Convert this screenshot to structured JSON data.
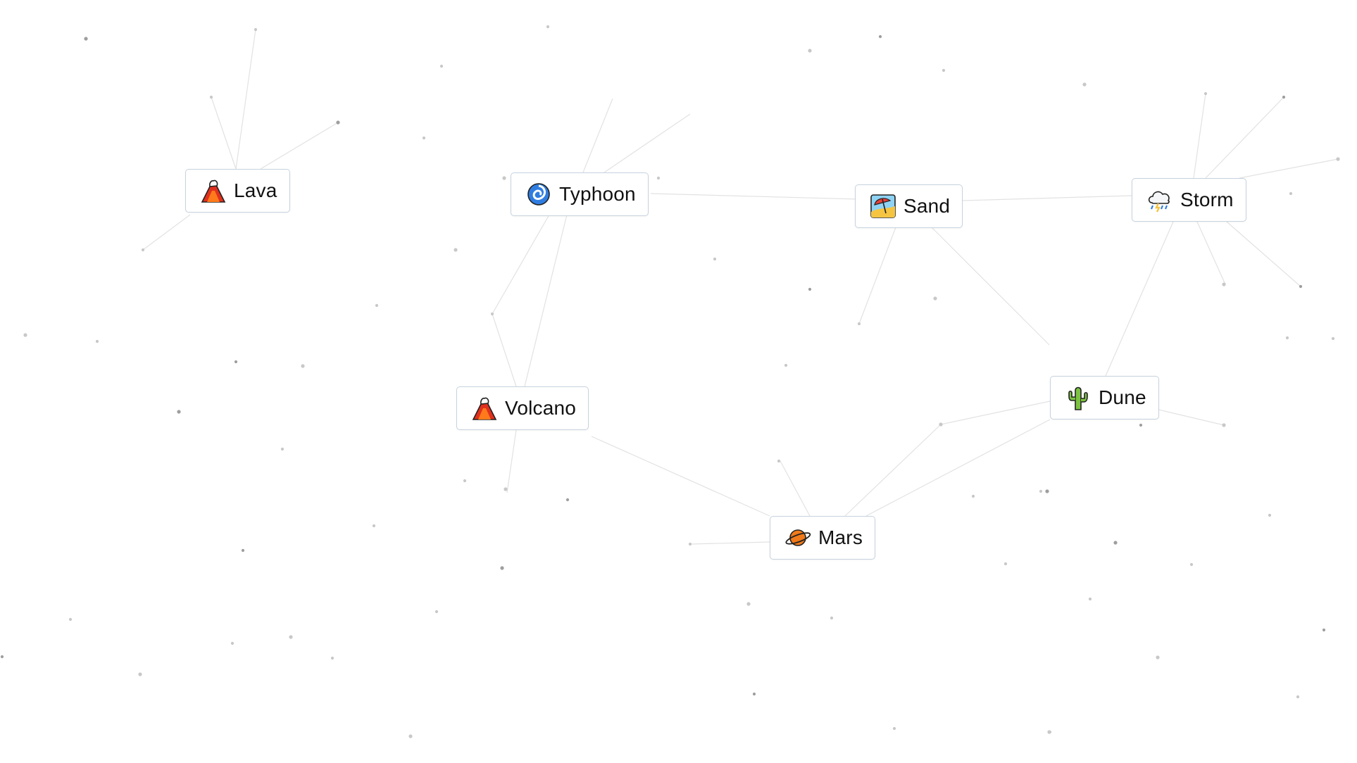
{
  "items": [
    {
      "id": "lava",
      "label": "Lava",
      "icon": "volcano-icon"
    },
    {
      "id": "typhoon",
      "label": "Typhoon",
      "icon": "cyclone-icon"
    },
    {
      "id": "sand",
      "label": "Sand",
      "icon": "beach-umbrella-icon"
    },
    {
      "id": "storm",
      "label": "Storm",
      "icon": "rain-cloud-icon"
    },
    {
      "id": "volcano",
      "label": "Volcano",
      "icon": "volcano-icon"
    },
    {
      "id": "dune",
      "label": "Dune",
      "icon": "cactus-icon"
    },
    {
      "id": "mars",
      "label": "Mars",
      "icon": "ringed-planet-icon"
    }
  ],
  "colors": {
    "background": "#ffffff",
    "card_border": "#c6d2de",
    "text": "#111111",
    "particle": "#bdbdbd",
    "link_line": "#e2e2e2"
  }
}
